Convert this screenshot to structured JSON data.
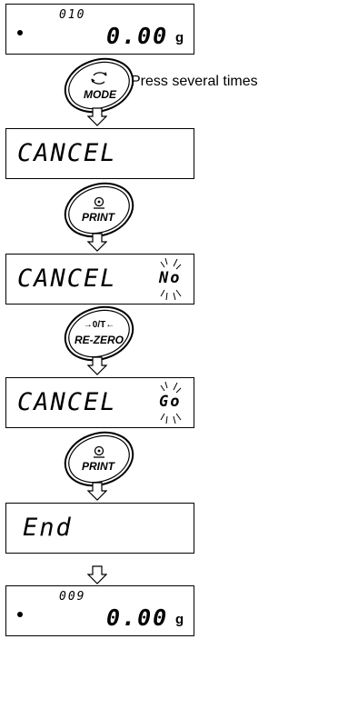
{
  "display_start": {
    "counter": "010",
    "value": "0.00",
    "unit": "g"
  },
  "mode_button": {
    "label": "MODE",
    "icon": "rotate-icon"
  },
  "instruction": "Press several times",
  "display_cancel": {
    "text": "CANCEL"
  },
  "print_button_1": {
    "label": "PRINT",
    "icon": "print-icon"
  },
  "display_cancel_no": {
    "text": "CANCEL",
    "option": "No"
  },
  "rezero_button": {
    "label": "RE-ZERO",
    "symbol": "→0/T←"
  },
  "display_cancel_go": {
    "text": "CANCEL",
    "option": "Go"
  },
  "print_button_2": {
    "label": "PRINT",
    "icon": "print-icon"
  },
  "display_end": {
    "text": "End"
  },
  "display_final": {
    "counter": "009",
    "value": "0.00",
    "unit": "g"
  }
}
